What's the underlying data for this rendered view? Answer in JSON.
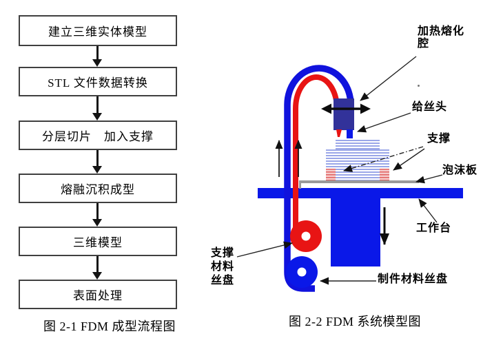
{
  "flowchart": {
    "caption": "图 2-1 FDM 成型流程图",
    "steps": [
      "建立三维实体模型",
      "STL 文件数据转换",
      "分层切片　加入支撑",
      "熔融沉积成型",
      "三维模型",
      "表面处理"
    ]
  },
  "diagram": {
    "caption": "图 2-2 FDM 系统模型图",
    "labels": {
      "heating_chamber": "加热熔化腔",
      "feed_head": "给丝头",
      "support": "支撑",
      "foam_board": "泡沫板",
      "worktable": "工作台",
      "part_material_spool": "制件材料丝盘",
      "support_material_spool": "支撑材料丝盘"
    },
    "colors": {
      "tube_blue": "#1012dd",
      "tube_red": "#e81414",
      "nozzle_navy": "#32329a",
      "table_blue": "#0a18e8",
      "layer_blue": "#9aa6e8",
      "support_pink": "#f6cccc",
      "support_line": "#e06060",
      "foam_gray": "#9a9a9a"
    }
  }
}
